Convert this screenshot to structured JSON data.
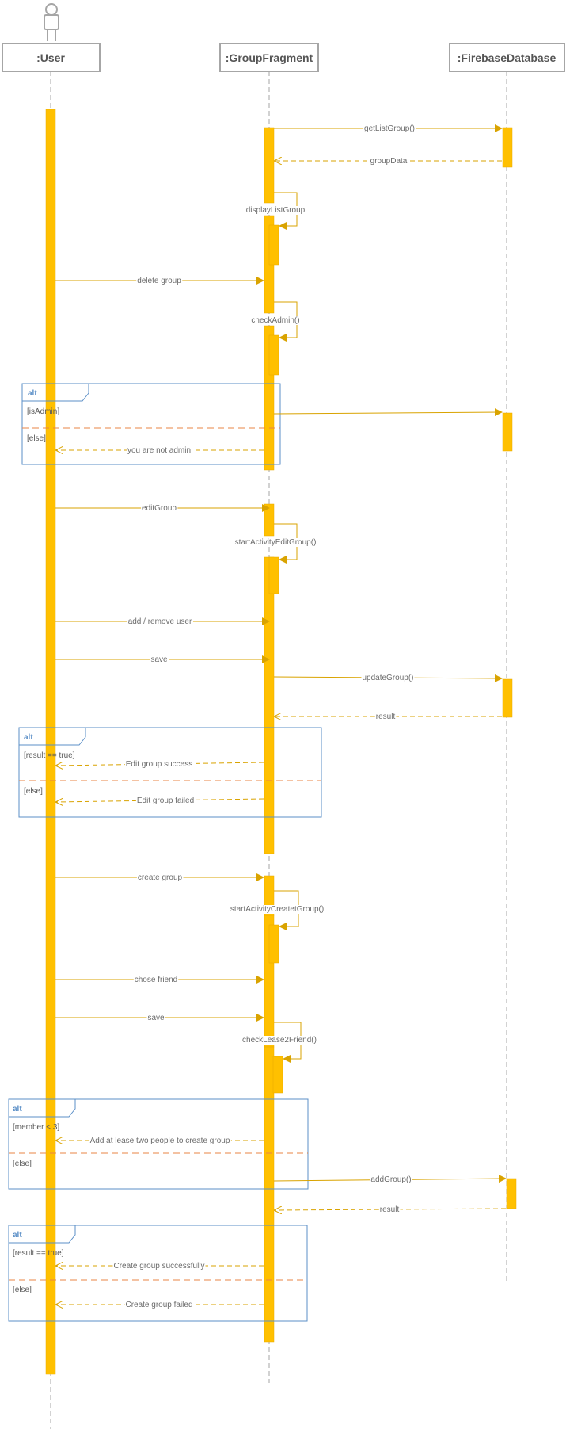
{
  "diagram": {
    "colors": {
      "activation": "#FFC000",
      "activation_stroke": "#E8A900",
      "message": "#D9A300",
      "lifeline": "#A6A6A6",
      "alt_frame": "#5B8FC7",
      "alt_divider": "#E98446",
      "header_stroke": "#A6A6A6"
    },
    "icons": {
      "actor": "stick-figure-actor-icon"
    },
    "participants": [
      {
        "id": "user",
        "label": ":User"
      },
      {
        "id": "group",
        "label": ":GroupFragment"
      },
      {
        "id": "firebase",
        "label": ":FirebaseDatabase"
      }
    ],
    "messages": [
      {
        "label": "getListGroup()",
        "from": "group",
        "to": "firebase",
        "kind": "sync"
      },
      {
        "label": "groupData",
        "from": "firebase",
        "to": "group",
        "kind": "return"
      },
      {
        "label": "displayListGroup",
        "from": "group",
        "to": "group",
        "kind": "self"
      },
      {
        "label": "delete group",
        "from": "user",
        "to": "group",
        "kind": "sync"
      },
      {
        "label": "checkAdmin()",
        "from": "group",
        "to": "group",
        "kind": "self"
      },
      {
        "label": "",
        "from": "group",
        "to": "firebase",
        "kind": "sync"
      },
      {
        "label": "you are not admin",
        "from": "group",
        "to": "user",
        "kind": "return"
      },
      {
        "label": "editGroup",
        "from": "user",
        "to": "group",
        "kind": "sync"
      },
      {
        "label": "startActivityEditGroup()",
        "from": "group",
        "to": "group",
        "kind": "self"
      },
      {
        "label": "add / remove  user",
        "from": "user",
        "to": "group",
        "kind": "sync"
      },
      {
        "label": "save",
        "from": "user",
        "to": "group",
        "kind": "sync"
      },
      {
        "label": "updateGroup()",
        "from": "group",
        "to": "firebase",
        "kind": "sync"
      },
      {
        "label": "result",
        "from": "firebase",
        "to": "group",
        "kind": "return"
      },
      {
        "label": "Edit group success",
        "from": "group",
        "to": "user",
        "kind": "return"
      },
      {
        "label": "Edit group failed",
        "from": "group",
        "to": "user",
        "kind": "return"
      },
      {
        "label": "create group",
        "from": "user",
        "to": "group",
        "kind": "sync"
      },
      {
        "label": "startActivityCreatetGroup()",
        "from": "group",
        "to": "group",
        "kind": "self"
      },
      {
        "label": "chose friend",
        "from": "user",
        "to": "group",
        "kind": "sync"
      },
      {
        "label": "save",
        "from": "user",
        "to": "group",
        "kind": "sync"
      },
      {
        "label": "checkLease2Friend()",
        "from": "group",
        "to": "group",
        "kind": "self"
      },
      {
        "label": "Add at lease two people to create group",
        "from": "group",
        "to": "user",
        "kind": "return"
      },
      {
        "label": "addGroup()",
        "from": "group",
        "to": "firebase",
        "kind": "sync"
      },
      {
        "label": "result",
        "from": "firebase",
        "to": "group",
        "kind": "return"
      },
      {
        "label": "Create group successfully",
        "from": "group",
        "to": "user",
        "kind": "return"
      },
      {
        "label": "Create group failed",
        "from": "group",
        "to": "user",
        "kind": "return"
      }
    ],
    "alt_frames": [
      {
        "keyword": "alt",
        "guards": [
          "[isAdmin]",
          "[else]"
        ]
      },
      {
        "keyword": "alt",
        "guards": [
          "[result == true]",
          "[else]"
        ]
      },
      {
        "keyword": "alt",
        "guards": [
          "[member < 3]",
          "[else]"
        ]
      },
      {
        "keyword": "alt",
        "guards": [
          "[result == true]",
          "[else]"
        ]
      }
    ]
  }
}
